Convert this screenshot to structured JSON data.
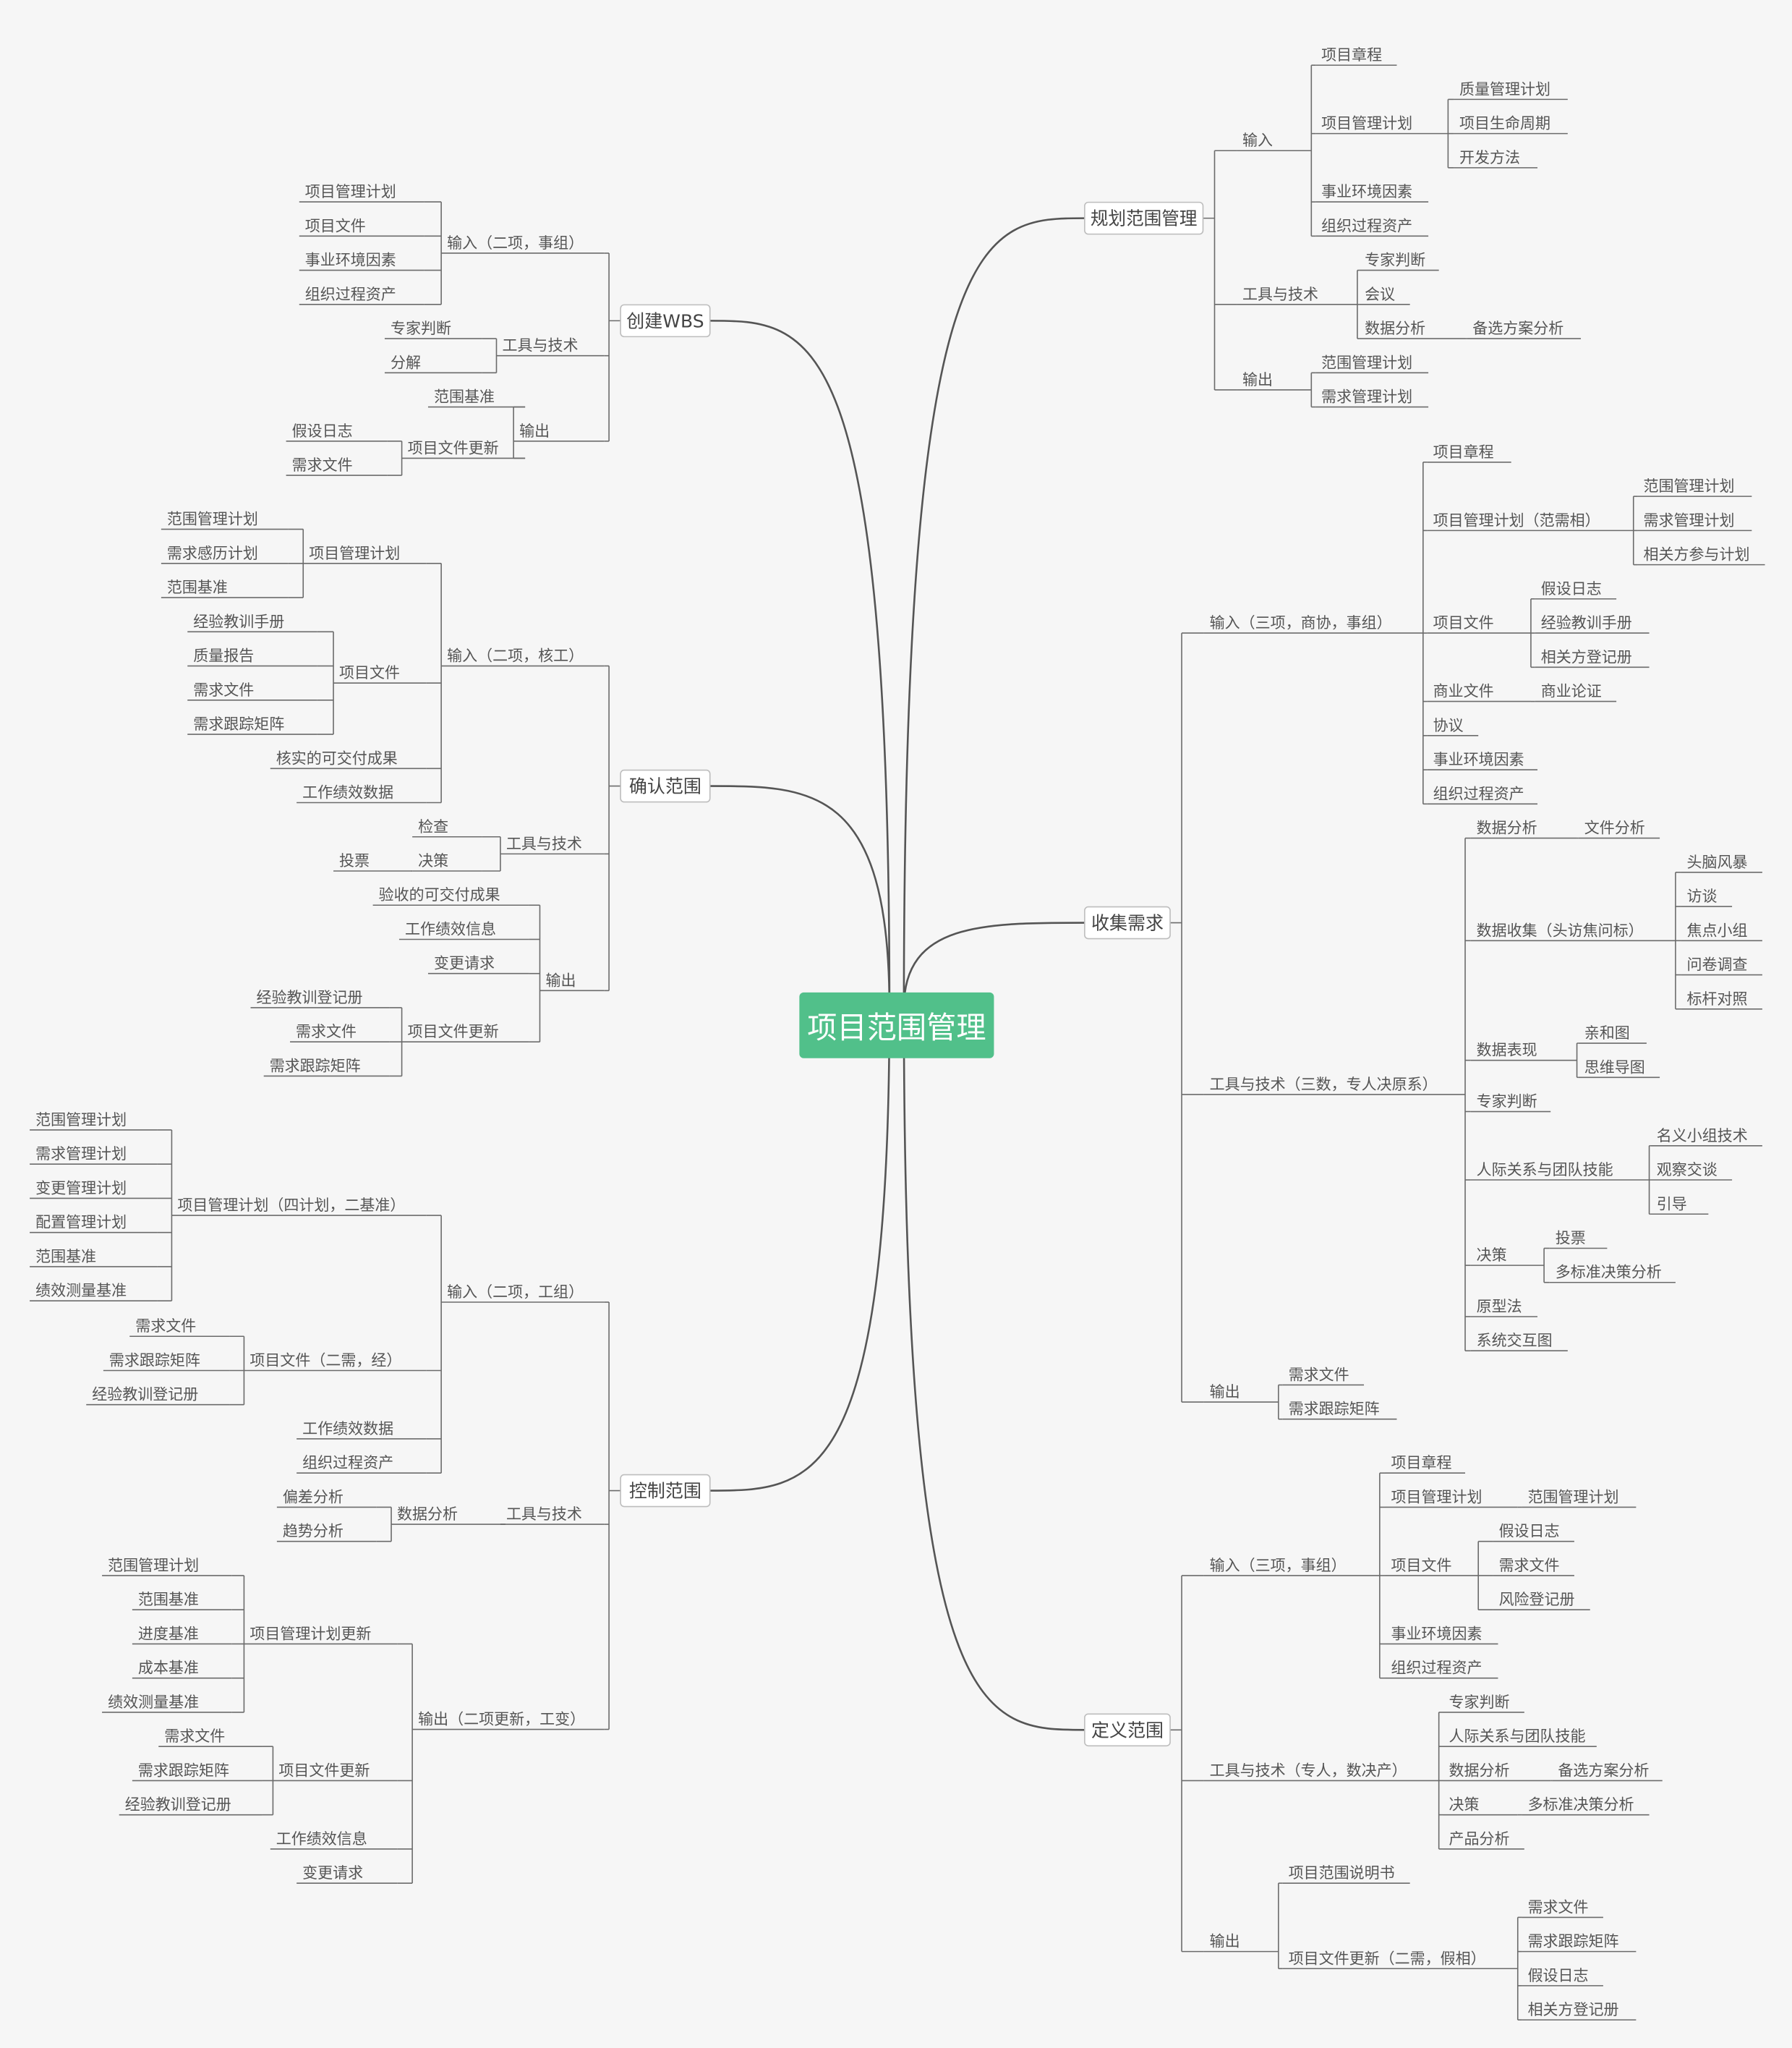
{
  "root": {
    "id": "root",
    "label": "项目范围管理"
  },
  "branches": [
    {
      "id": "b1",
      "label": "规划范围管理",
      "children": [
        {
          "id": "b1i",
          "label": "输入",
          "children": [
            {
              "id": "b1i1",
              "label": "项目章程"
            },
            {
              "id": "b1i2",
              "label": "项目管理计划",
              "children": [
                {
                  "id": "b1i2a",
                  "label": "质量管理计划"
                },
                {
                  "id": "b1i2b",
                  "label": "项目生命周期"
                },
                {
                  "id": "b1i2c",
                  "label": "开发方法"
                }
              ]
            },
            {
              "id": "b1i3",
              "label": "事业环境因素"
            },
            {
              "id": "b1i4",
              "label": "组织过程资产"
            }
          ]
        },
        {
          "id": "b1t",
          "label": "工具与技术",
          "children": [
            {
              "id": "b1t1",
              "label": "专家判断"
            },
            {
              "id": "b1t2",
              "label": "会议"
            },
            {
              "id": "b1t3",
              "label": "数据分析",
              "children": [
                {
                  "id": "b1t3a",
                  "label": "备选方案分析"
                }
              ]
            }
          ]
        },
        {
          "id": "b1o",
          "label": "输出",
          "children": [
            {
              "id": "b1o1",
              "label": "范围管理计划"
            },
            {
              "id": "b1o2",
              "label": "需求管理计划"
            }
          ]
        }
      ]
    },
    {
      "id": "b2",
      "label": "收集需求",
      "children": [
        {
          "id": "b2i",
          "label": "输入（三项，商协，事组）",
          "children": [
            {
              "id": "b2i1",
              "label": "项目章程"
            },
            {
              "id": "b2i2",
              "label": "项目管理计划（范需相）",
              "children": [
                {
                  "id": "b2i2a",
                  "label": "范围管理计划"
                },
                {
                  "id": "b2i2b",
                  "label": "需求管理计划"
                },
                {
                  "id": "b2i2c",
                  "label": "相关方参与计划"
                }
              ]
            },
            {
              "id": "b2i3",
              "label": "项目文件",
              "children": [
                {
                  "id": "b2i3a",
                  "label": "假设日志"
                },
                {
                  "id": "b2i3b",
                  "label": "经验教训手册"
                },
                {
                  "id": "b2i3c",
                  "label": "相关方登记册"
                }
              ]
            },
            {
              "id": "b2i4",
              "label": "商业文件",
              "children": [
                {
                  "id": "b2i4a",
                  "label": "商业论证"
                }
              ]
            },
            {
              "id": "b2i5",
              "label": "协议"
            },
            {
              "id": "b2i6",
              "label": "事业环境因素"
            },
            {
              "id": "b2i7",
              "label": "组织过程资产"
            }
          ]
        },
        {
          "id": "b2t",
          "label": "工具与技术（三数，专人决原系）",
          "children": [
            {
              "id": "b2t1",
              "label": "数据分析",
              "children": [
                {
                  "id": "b2t1a",
                  "label": "文件分析"
                }
              ]
            },
            {
              "id": "b2t2",
              "label": "数据收集（头访焦问标）",
              "children": [
                {
                  "id": "b2t2a",
                  "label": "头脑风暴"
                },
                {
                  "id": "b2t2b",
                  "label": "访谈"
                },
                {
                  "id": "b2t2c",
                  "label": "焦点小组"
                },
                {
                  "id": "b2t2d",
                  "label": "问卷调查"
                },
                {
                  "id": "b2t2e",
                  "label": "标杆对照"
                }
              ]
            },
            {
              "id": "b2t3",
              "label": "数据表现",
              "children": [
                {
                  "id": "b2t3a",
                  "label": "亲和图"
                },
                {
                  "id": "b2t3b",
                  "label": "思维导图"
                }
              ]
            },
            {
              "id": "b2t4",
              "label": "专家判断"
            },
            {
              "id": "b2t5",
              "label": "人际关系与团队技能",
              "children": [
                {
                  "id": "b2t5a",
                  "label": "名义小组技术"
                },
                {
                  "id": "b2t5b",
                  "label": "观察交谈"
                },
                {
                  "id": "b2t5c",
                  "label": "引导"
                }
              ]
            },
            {
              "id": "b2t6",
              "label": "决策",
              "children": [
                {
                  "id": "b2t6a",
                  "label": "投票"
                },
                {
                  "id": "b2t6b",
                  "label": "多标准决策分析"
                }
              ]
            },
            {
              "id": "b2t7",
              "label": "原型法"
            },
            {
              "id": "b2t8",
              "label": "系统交互图"
            }
          ]
        },
        {
          "id": "b2o",
          "label": "输出",
          "children": [
            {
              "id": "b2o1",
              "label": "需求文件"
            },
            {
              "id": "b2o2",
              "label": "需求跟踪矩阵"
            }
          ]
        }
      ]
    },
    {
      "id": "b3",
      "label": "定义范围",
      "children": [
        {
          "id": "b3i",
          "label": "输入（三项，事组）",
          "children": [
            {
              "id": "b3i1",
              "label": "项目章程"
            },
            {
              "id": "b3i2",
              "label": "项目管理计划",
              "children": [
                {
                  "id": "b3i2a",
                  "label": "范围管理计划"
                }
              ]
            },
            {
              "id": "b3i3",
              "label": "项目文件",
              "children": [
                {
                  "id": "b3i3a",
                  "label": "假设日志"
                },
                {
                  "id": "b3i3b",
                  "label": "需求文件"
                },
                {
                  "id": "b3i3c",
                  "label": "风险登记册"
                }
              ]
            },
            {
              "id": "b3i4",
              "label": "事业环境因素"
            },
            {
              "id": "b3i5",
              "label": "组织过程资产"
            }
          ]
        },
        {
          "id": "b3t",
          "label": "工具与技术（专人，数决产）",
          "children": [
            {
              "id": "b3t1",
              "label": "专家判断"
            },
            {
              "id": "b3t2",
              "label": "人际关系与团队技能"
            },
            {
              "id": "b3t3",
              "label": "数据分析",
              "children": [
                {
                  "id": "b3t3a",
                  "label": "备选方案分析"
                }
              ]
            },
            {
              "id": "b3t4",
              "label": "决策",
              "children": [
                {
                  "id": "b3t4a",
                  "label": "多标准决策分析"
                }
              ]
            },
            {
              "id": "b3t5",
              "label": "产品分析"
            }
          ]
        },
        {
          "id": "b3o",
          "label": "输出",
          "children": [
            {
              "id": "b3o1",
              "label": "项目范围说明书"
            },
            {
              "id": "b3o2",
              "label": "项目文件更新（二需，假相）",
              "children": [
                {
                  "id": "b3o2a",
                  "label": "需求文件"
                },
                {
                  "id": "b3o2b",
                  "label": "需求跟踪矩阵"
                },
                {
                  "id": "b3o2c",
                  "label": "假设日志"
                },
                {
                  "id": "b3o2d",
                  "label": "相关方登记册"
                }
              ]
            }
          ]
        }
      ]
    },
    {
      "id": "b4",
      "label": "创建WBS",
      "children": [
        {
          "id": "b4i",
          "label": "输入（二项，事组）",
          "children": [
            {
              "id": "b4i1",
              "label": "项目管理计划"
            },
            {
              "id": "b4i2",
              "label": "项目文件"
            },
            {
              "id": "b4i3",
              "label": "事业环境因素"
            },
            {
              "id": "b4i4",
              "label": "组织过程资产"
            }
          ]
        },
        {
          "id": "b4t",
          "label": "工具与技术",
          "children": [
            {
              "id": "b4t1",
              "label": "专家判断"
            },
            {
              "id": "b4t2",
              "label": "分解"
            }
          ]
        },
        {
          "id": "b4o",
          "label": "输出",
          "children": [
            {
              "id": "b4o1",
              "label": "范围基准"
            },
            {
              "id": "b4o2",
              "label": "项目文件更新",
              "children": [
                {
                  "id": "b4o2a",
                  "label": "假设日志"
                },
                {
                  "id": "b4o2b",
                  "label": "需求文件"
                }
              ]
            }
          ]
        }
      ]
    },
    {
      "id": "b5",
      "label": "确认范围",
      "children": [
        {
          "id": "b5i",
          "label": "输入（二项，核工）",
          "children": [
            {
              "id": "b5i1",
              "label": "项目管理计划",
              "children": [
                {
                  "id": "b5i1a",
                  "label": "范围管理计划"
                },
                {
                  "id": "b5i1b",
                  "label": "需求感历计划"
                },
                {
                  "id": "b5i1c",
                  "label": "范围基准"
                }
              ]
            },
            {
              "id": "b5i2",
              "label": "项目文件",
              "children": [
                {
                  "id": "b5i2a",
                  "label": "经验教训手册"
                },
                {
                  "id": "b5i2b",
                  "label": "质量报告"
                },
                {
                  "id": "b5i2c",
                  "label": "需求文件"
                },
                {
                  "id": "b5i2d",
                  "label": "需求跟踪矩阵"
                }
              ]
            },
            {
              "id": "b5i3",
              "label": "核实的可交付成果"
            },
            {
              "id": "b5i4",
              "label": "工作绩效数据"
            }
          ]
        },
        {
          "id": "b5t",
          "label": "工具与技术",
          "children": [
            {
              "id": "b5t1",
              "label": "检查"
            },
            {
              "id": "b5t2",
              "label": "决策",
              "children": [
                {
                  "id": "b5t2a",
                  "label": "投票"
                }
              ]
            }
          ]
        },
        {
          "id": "b5o",
          "label": "输出",
          "children": [
            {
              "id": "b5o1",
              "label": "验收的可交付成果"
            },
            {
              "id": "b5o2",
              "label": "工作绩效信息"
            },
            {
              "id": "b5o3",
              "label": "变更请求"
            },
            {
              "id": "b5o4",
              "label": "项目文件更新",
              "children": [
                {
                  "id": "b5o4a",
                  "label": "经验教训登记册"
                },
                {
                  "id": "b5o4b",
                  "label": "需求文件"
                },
                {
                  "id": "b5o4c",
                  "label": "需求跟踪矩阵"
                }
              ]
            }
          ]
        }
      ]
    },
    {
      "id": "b6",
      "label": "控制范围",
      "children": [
        {
          "id": "b6i",
          "label": "输入（二项，工组）",
          "children": [
            {
              "id": "b6i1",
              "label": "项目管理计划（四计划，二基准）",
              "children": [
                {
                  "id": "b6i1a",
                  "label": "范围管理计划"
                },
                {
                  "id": "b6i1b",
                  "label": "需求管理计划"
                },
                {
                  "id": "b6i1c",
                  "label": "变更管理计划"
                },
                {
                  "id": "b6i1d",
                  "label": "配置管理计划"
                },
                {
                  "id": "b6i1e",
                  "label": "范围基准"
                },
                {
                  "id": "b6i1f",
                  "label": "绩效测量基准"
                }
              ]
            },
            {
              "id": "b6i2",
              "label": "项目文件（二需，经）",
              "children": [
                {
                  "id": "b6i2a",
                  "label": "需求文件"
                },
                {
                  "id": "b6i2b",
                  "label": "需求跟踪矩阵"
                },
                {
                  "id": "b6i2c",
                  "label": "经验教训登记册"
                }
              ]
            },
            {
              "id": "b6i3",
              "label": "工作绩效数据"
            },
            {
              "id": "b6i4",
              "label": "组织过程资产"
            }
          ]
        },
        {
          "id": "b6t",
          "label": "工具与技术",
          "children": [
            {
              "id": "b6t1",
              "label": "数据分析",
              "children": [
                {
                  "id": "b6t1a",
                  "label": "偏差分析"
                },
                {
                  "id": "b6t1b",
                  "label": "趋势分析"
                }
              ]
            }
          ]
        },
        {
          "id": "b6o",
          "label": "输出（二项更新，工变）",
          "children": [
            {
              "id": "b6o1",
              "label": "项目管理计划更新",
              "children": [
                {
                  "id": "b6o1a",
                  "label": "范围管理计划"
                },
                {
                  "id": "b6o1b",
                  "label": "范围基准"
                },
                {
                  "id": "b6o1c",
                  "label": "进度基准"
                },
                {
                  "id": "b6o1d",
                  "label": "成本基准"
                },
                {
                  "id": "b6o1e",
                  "label": "绩效测量基准"
                }
              ]
            },
            {
              "id": "b6o2",
              "label": "项目文件更新",
              "children": [
                {
                  "id": "b6o2a",
                  "label": "需求文件"
                },
                {
                  "id": "b6o2b",
                  "label": "需求跟踪矩阵"
                },
                {
                  "id": "b6o2c",
                  "label": "经验教训登记册"
                }
              ]
            },
            {
              "id": "b6o3",
              "label": "工作绩效信息"
            },
            {
              "id": "b6o4",
              "label": "变更请求"
            }
          ]
        }
      ]
    }
  ]
}
